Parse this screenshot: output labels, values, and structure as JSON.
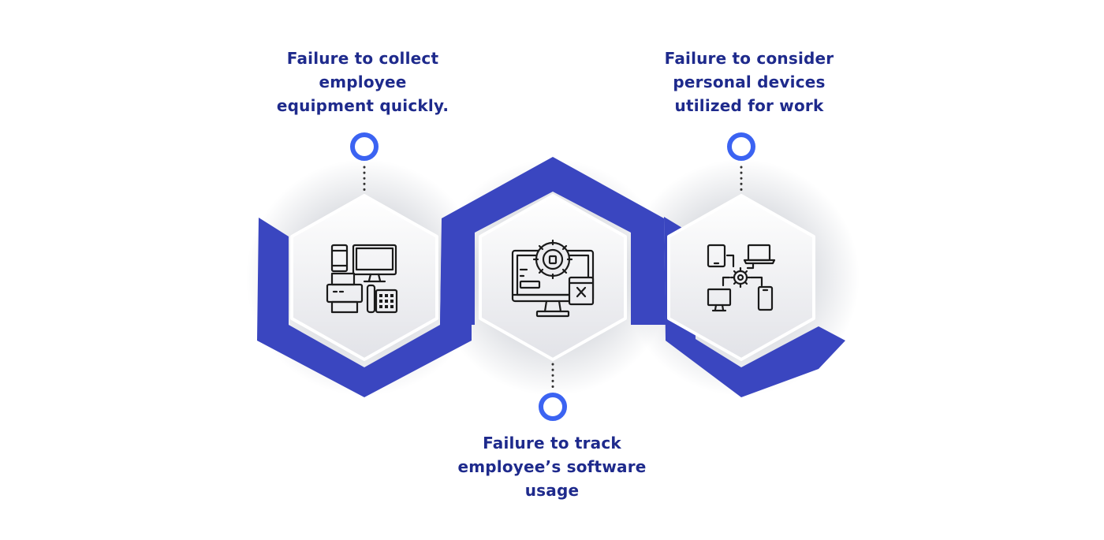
{
  "colors": {
    "path": "#3a46c0",
    "ring": "#3b63f2",
    "text": "#1e2a8c",
    "icon": "#1a1a1a"
  },
  "steps": [
    {
      "icon": "office-equipment-icon",
      "lines": [
        "Failure to collect",
        "employee",
        "equipment quickly."
      ]
    },
    {
      "icon": "software-settings-monitor-icon",
      "lines": [
        "Failure to track",
        "employee’s software",
        "usage"
      ]
    },
    {
      "icon": "personal-devices-network-icon",
      "lines": [
        "Failure to consider",
        "personal devices",
        "utilized for work"
      ]
    }
  ]
}
